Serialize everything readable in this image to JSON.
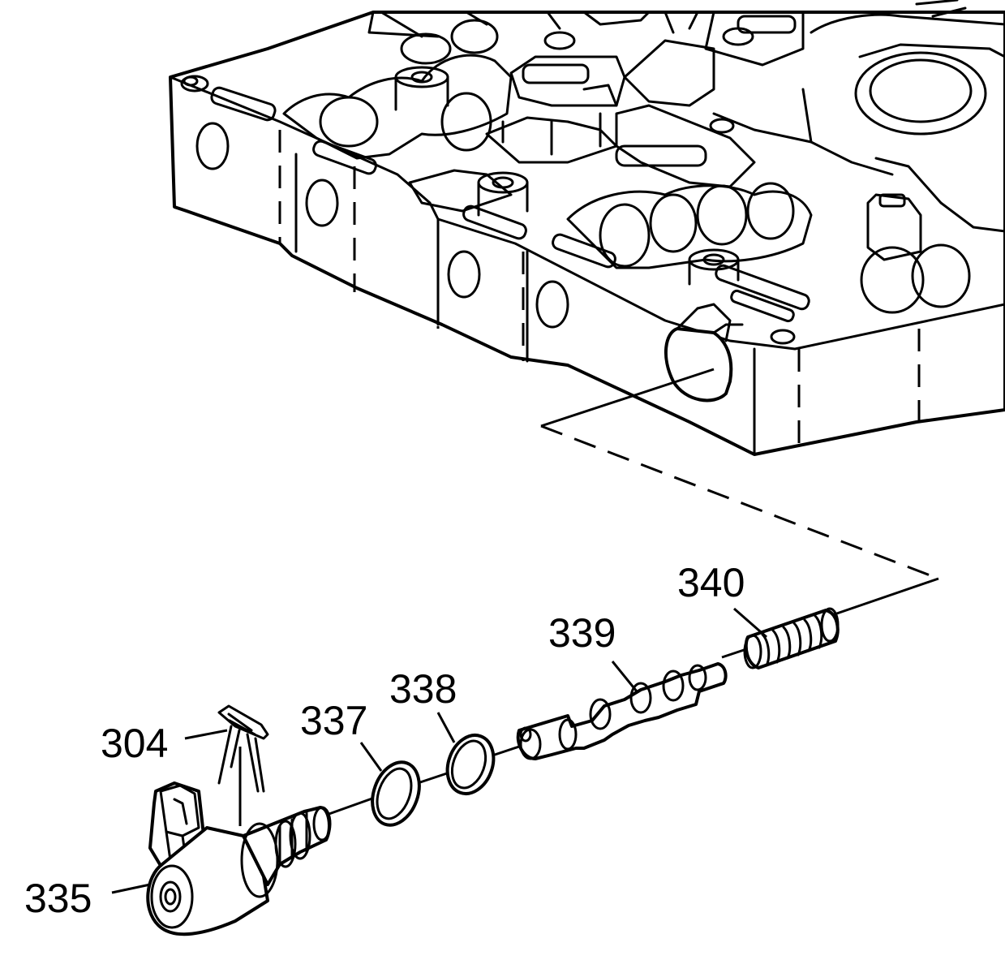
{
  "callouts": {
    "c304": "304",
    "c335": "335",
    "c337": "337",
    "c338": "338",
    "c339": "339",
    "c340": "340"
  },
  "colors": {
    "ink": "#000000",
    "paper": "#ffffff"
  }
}
